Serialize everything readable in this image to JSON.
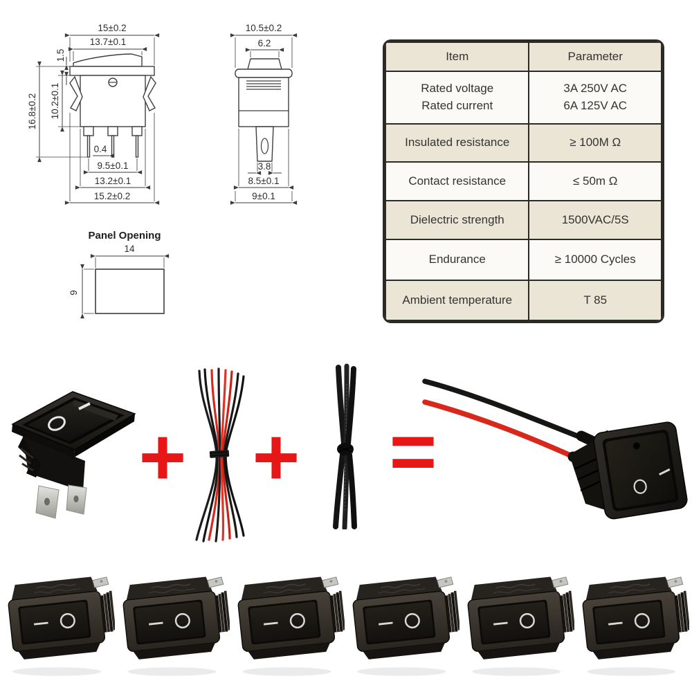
{
  "page": {
    "background": "#ffffff"
  },
  "drawings": {
    "front_view": {
      "top_width": "15±0.2",
      "rocker_width": "13.7±0.1",
      "flange_thickness": "1.5",
      "body_height": "10.2±0.1",
      "total_height": "16.8±0.2",
      "pin_thickness": "0.4",
      "pin_spacing": "9.5±0.1",
      "body_width": "13.2±0.1",
      "bottom_width": "15.2±0.2"
    },
    "side_view": {
      "top_width": "10.5±0.2",
      "rocker_depth": "6.2",
      "pin_width": "3.8",
      "body_depth": "8.5±0.1",
      "flange_depth": "9±0.1"
    },
    "panel_opening": {
      "title": "Panel Opening",
      "width": "14",
      "height": "9"
    }
  },
  "spec_table": {
    "header": {
      "item": "Item",
      "parameter": "Parameter"
    },
    "rows": [
      {
        "item": "Rated voltage\nRated current",
        "parameter": "3A 250V AC\n6A 125V AC"
      },
      {
        "item": "Insulated resistance",
        "parameter": "≥ 100M Ω"
      },
      {
        "item": "Contact resistance",
        "parameter": "≤ 50m Ω"
      },
      {
        "item": "Dielectric strength",
        "parameter": "1500VAC/5S"
      },
      {
        "item": "Endurance",
        "parameter": "≥ 10000 Cycles"
      },
      {
        "item": "Ambient temperature",
        "parameter": "T 85"
      }
    ],
    "shaded_row_color": "#eae5d4",
    "border_color": "#2b2a26"
  },
  "assembly": {
    "plus_1": "+",
    "plus_2": "+",
    "equals": "=",
    "accent_red": "#e81717",
    "switch_photo_markings": "O / I",
    "wired_switch_markings": "O / —",
    "wire_colors": [
      "#1a1a1a",
      "#d8271b"
    ]
  },
  "bottom_row": {
    "count": 6,
    "rocker_marking_left": "—",
    "rocker_marking_right": "O"
  }
}
